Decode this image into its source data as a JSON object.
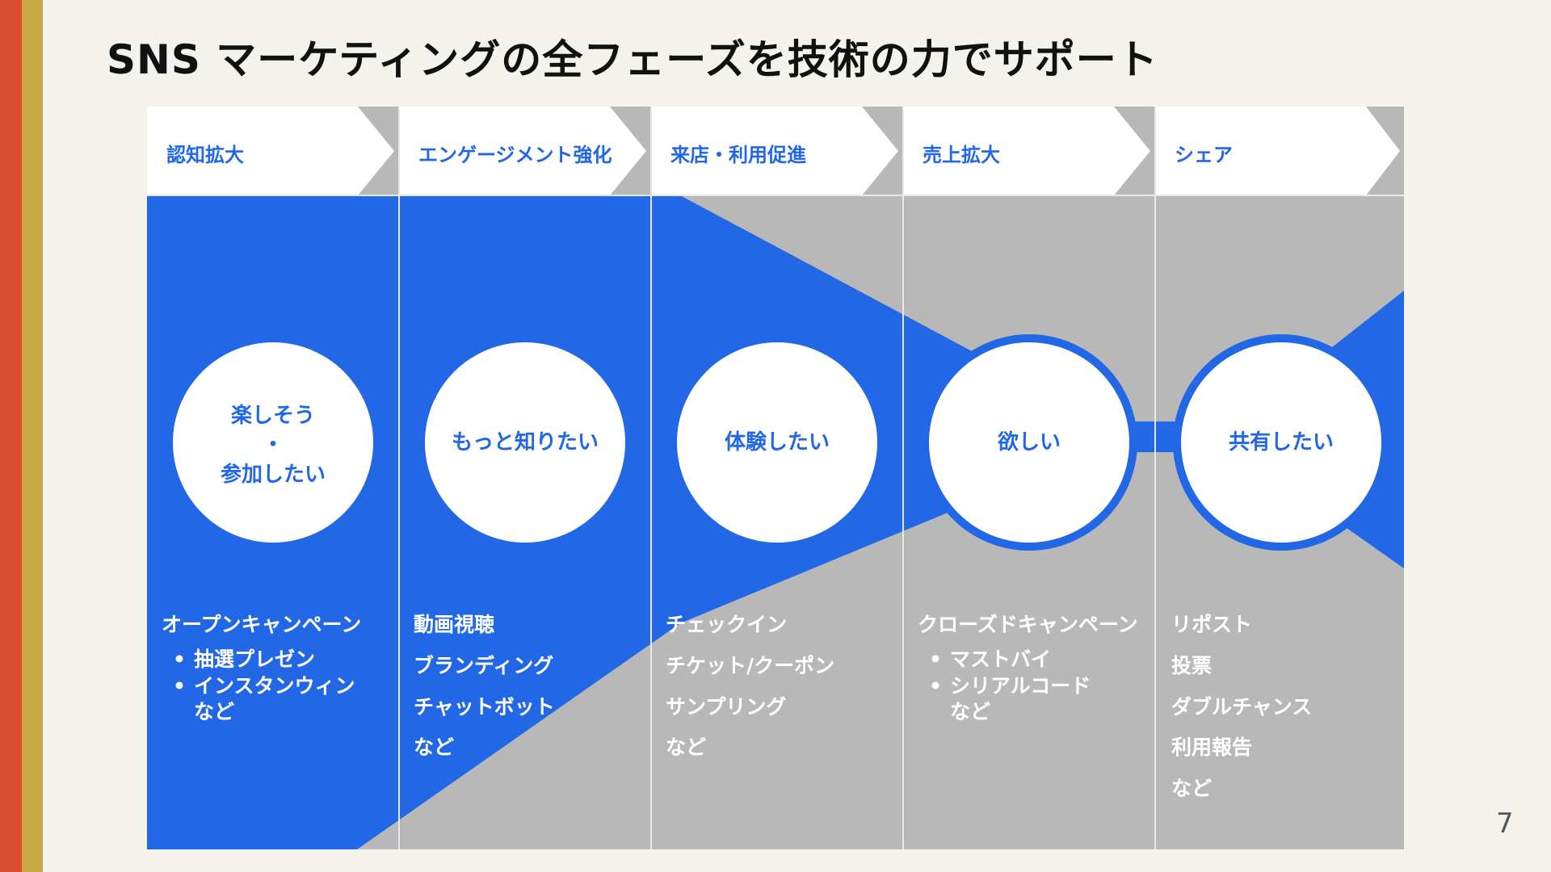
{
  "title": "SNS マーケティングの全フェーズを技術の力でサポート",
  "page_number": "7",
  "colors": {
    "blue": "#2167e6",
    "gray": "#b8b8b8",
    "accent_red": "#d94c2f",
    "accent_gold": "#c9a843"
  },
  "phases": [
    {
      "label": "認知拡大",
      "circle": [
        "楽しそう",
        "・",
        "参加したい"
      ],
      "actions": {
        "heading": "オープンキャンペーン",
        "bullets": [
          "抽選プレゼン",
          "インスタンウィン"
        ],
        "footer": "など"
      }
    },
    {
      "label": "エンゲージメント強化",
      "circle": [
        "もっと知りたい"
      ],
      "actions": {
        "items": [
          "動画視聴",
          "ブランディング",
          "チャットボット",
          "など"
        ]
      }
    },
    {
      "label": "来店・利用促進",
      "circle": [
        "体験したい"
      ],
      "actions": {
        "items": [
          "チェックイン",
          "チケット/クーポン",
          "サンプリング",
          "など"
        ]
      }
    },
    {
      "label": "売上拡大",
      "circle": [
        "欲しい"
      ],
      "actions": {
        "heading": "クローズドキャンペーン",
        "bullets": [
          "マストバイ",
          "シリアルコード"
        ],
        "footer": "など"
      }
    },
    {
      "label": "シェア",
      "circle": [
        "共有したい"
      ],
      "actions": {
        "items": [
          "リポスト",
          "投票",
          "ダブルチャンス",
          "利用報告",
          "など"
        ]
      }
    }
  ]
}
